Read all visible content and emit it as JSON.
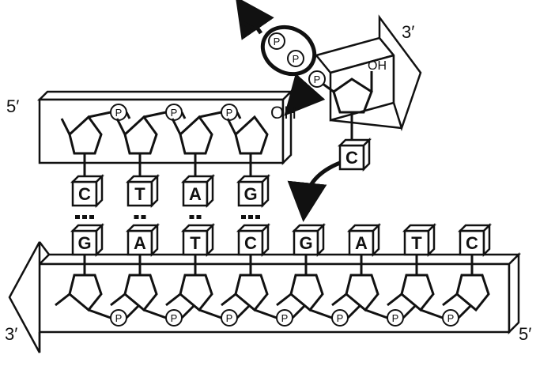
{
  "labels": {
    "template_five_prime": "5′",
    "template_three_prime": "3′",
    "primer_five_prime": "5′",
    "incoming_three_prime": "3′",
    "primer_oh": "OH",
    "incoming_oh": "OH"
  },
  "primer_bases": [
    "C",
    "T",
    "A",
    "G"
  ],
  "template_bases": [
    "G",
    "A",
    "T",
    "C",
    "G",
    "A",
    "T",
    "C"
  ],
  "pair_bonds": [
    3,
    2,
    2,
    3
  ],
  "incoming_base": "C",
  "phosphate_symbol": "P",
  "colors": {
    "ink": "#111111",
    "paper": "#ffffff"
  }
}
